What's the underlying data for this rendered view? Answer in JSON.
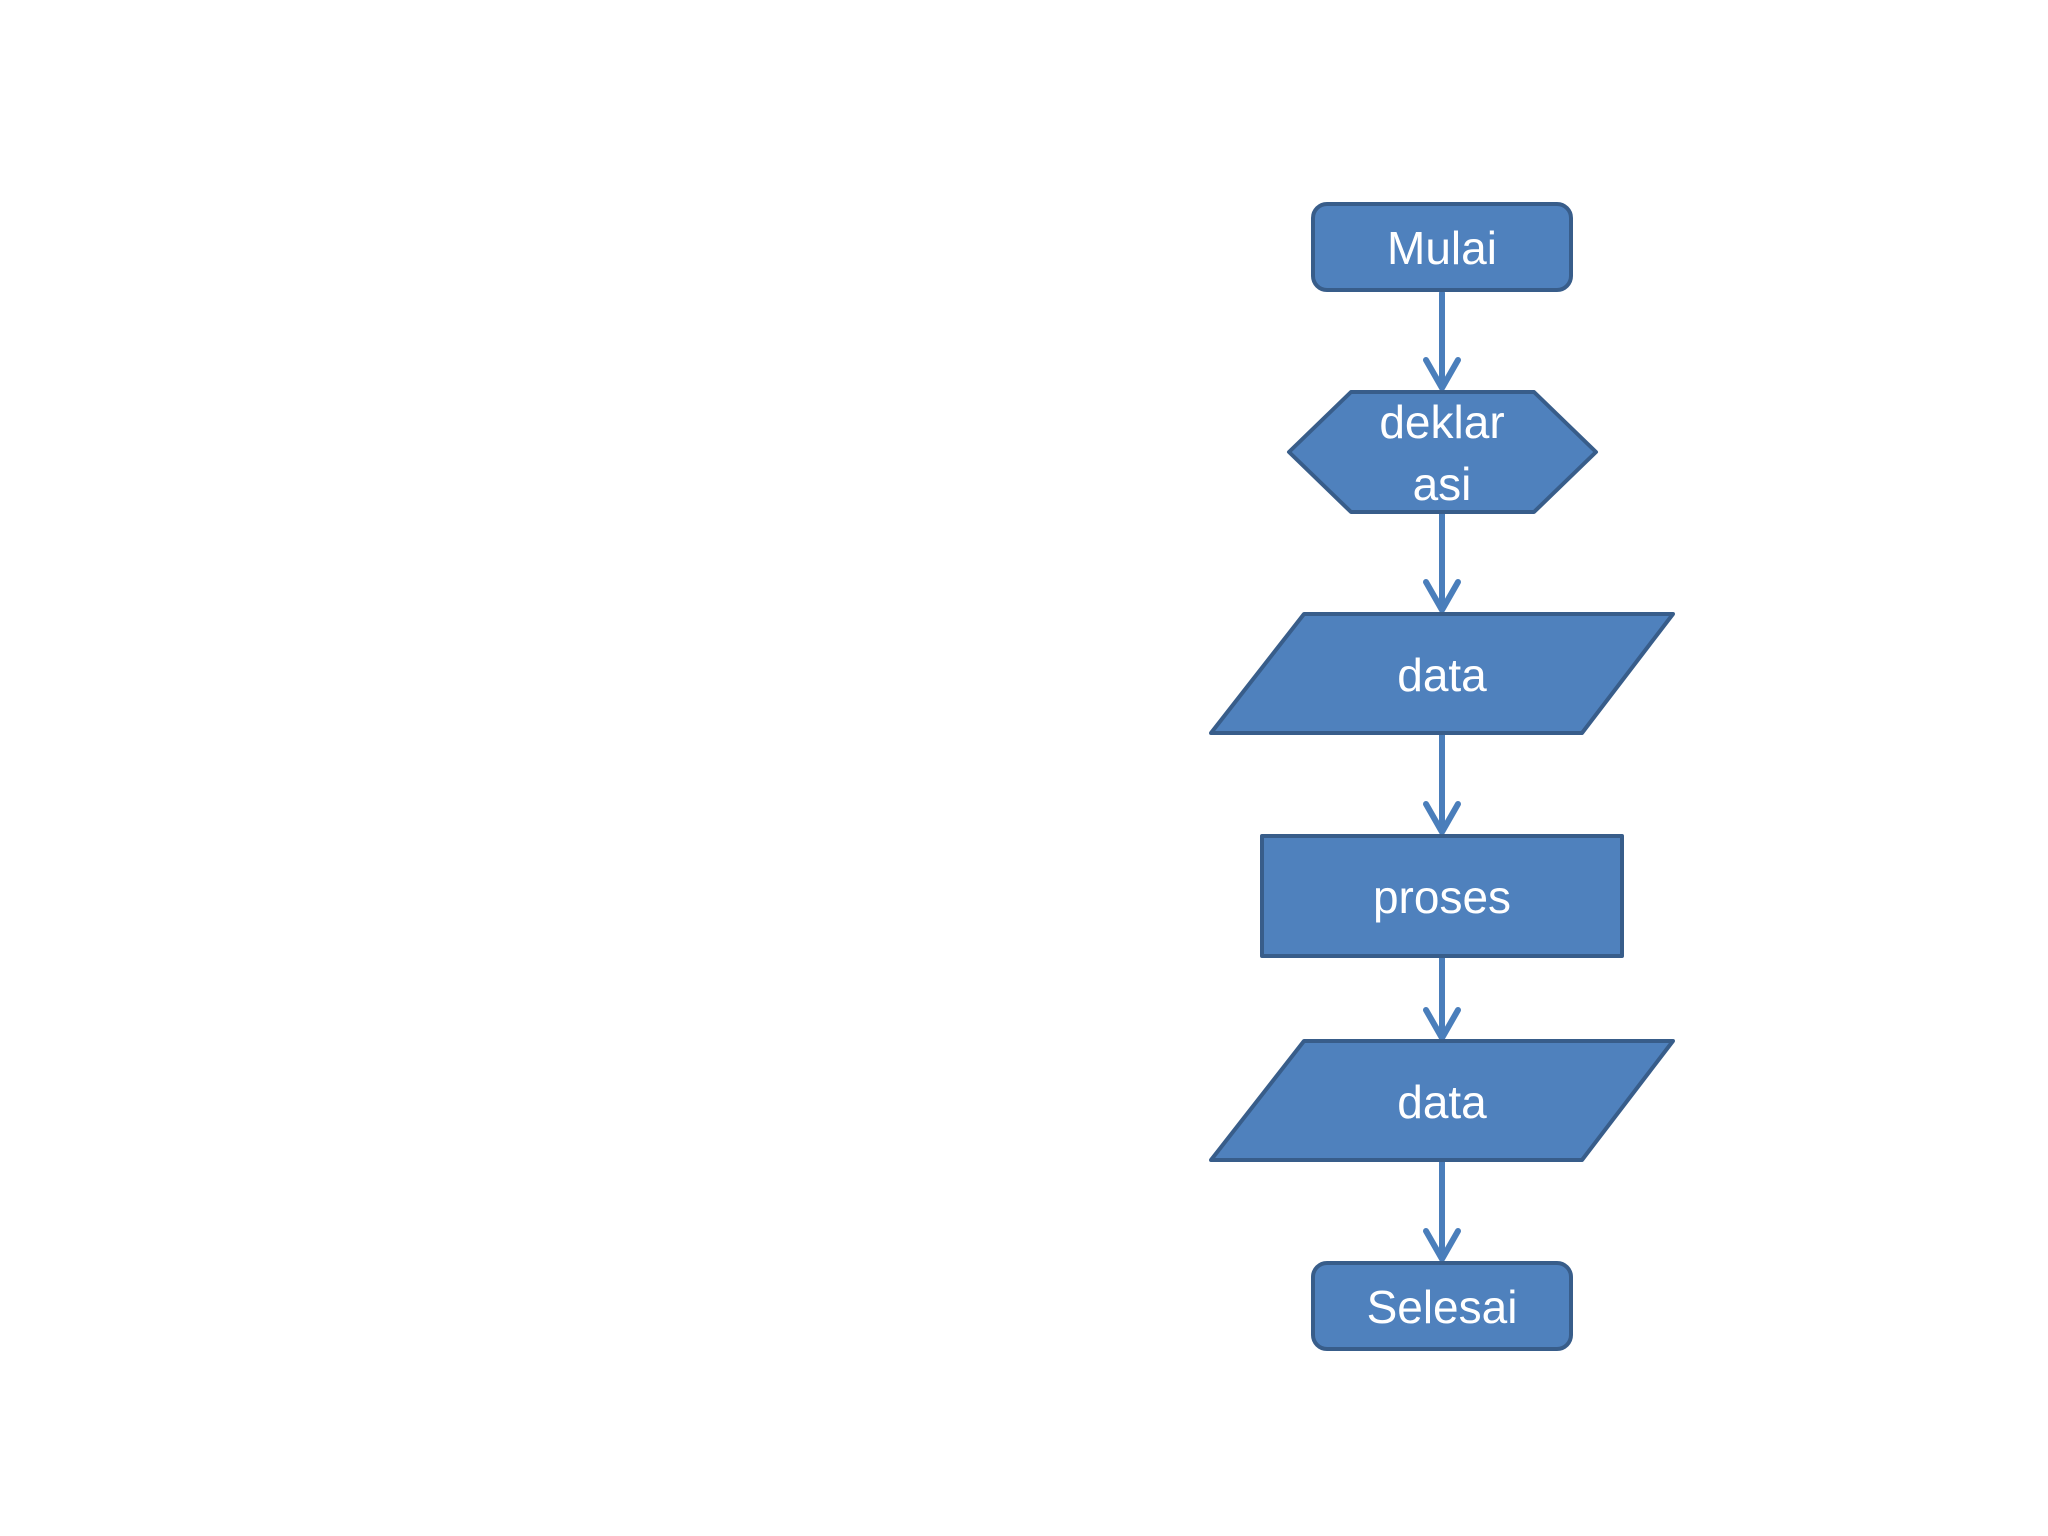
{
  "flowchart": {
    "nodes": [
      {
        "id": "start",
        "shape": "terminator",
        "text": "Mulai"
      },
      {
        "id": "declaration",
        "shape": "hexagon",
        "lines": [
          "deklar",
          "asi"
        ]
      },
      {
        "id": "input",
        "shape": "parallelogram",
        "text": "data"
      },
      {
        "id": "process",
        "shape": "rectangle",
        "text": "proses"
      },
      {
        "id": "output",
        "shape": "parallelogram",
        "text": "data"
      },
      {
        "id": "end",
        "shape": "terminator",
        "text": "Selesai"
      }
    ],
    "edges": [
      {
        "from": "start",
        "to": "declaration"
      },
      {
        "from": "declaration",
        "to": "input"
      },
      {
        "from": "input",
        "to": "process"
      },
      {
        "from": "process",
        "to": "output"
      },
      {
        "from": "output",
        "to": "end"
      }
    ]
  },
  "colors": {
    "shape_fill": "#4f81bd",
    "shape_stroke": "#385d8a",
    "arrow": "#4a7ebb",
    "label_text": "#ffffff",
    "background": "#ffffff"
  }
}
